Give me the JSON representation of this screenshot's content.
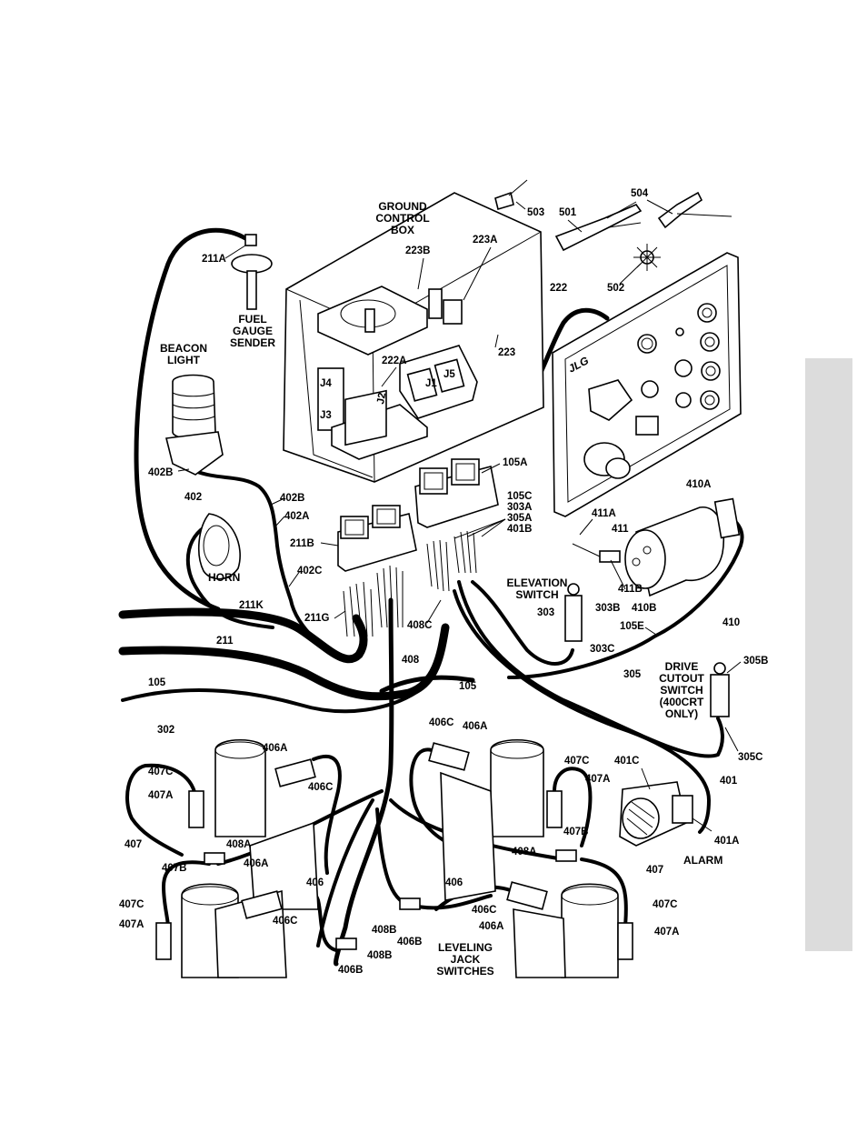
{
  "labels": {
    "l211a": "211A",
    "fuel_gauge_1": "FUEL",
    "fuel_gauge_2": "GAUGE",
    "fuel_gauge_3": "SENDER",
    "beacon_1": "BEACON",
    "beacon_2": "LIGHT",
    "gcb_1": "GROUND",
    "gcb_2": "CONTROL",
    "gcb_3": "BOX",
    "l223b": "223B",
    "l223a": "223A",
    "l223": "223",
    "l222a": "222A",
    "l222": "222",
    "l503": "503",
    "l501": "501",
    "l504": "504",
    "l502": "502",
    "l402b_1": "402B",
    "l402": "402",
    "l402b_2": "402B",
    "l402a": "402A",
    "l105a": "105A",
    "l105c": "105C",
    "l303a": "303A",
    "l305a": "305A",
    "l401b": "401B",
    "l410a": "410A",
    "l211b": "211B",
    "horn": "HORN",
    "l402c": "402C",
    "l411a": "411A",
    "l411": "411",
    "l411b": "411B",
    "elev_1": "ELEVATION",
    "elev_2": "SWITCH",
    "l303": "303",
    "l303b": "303B",
    "l410b": "410B",
    "l211k": "211K",
    "l211g": "211G",
    "l408c": "408C",
    "l105e": "105E",
    "l410": "410",
    "l303c": "303C",
    "l211": "211",
    "l408": "408",
    "drive_1": "DRIVE",
    "drive_2": "CUTOUT",
    "drive_3": "SWITCH",
    "drive_4": "(400CRT",
    "drive_5": "ONLY)",
    "l305b": "305B",
    "l105_a": "105",
    "l105_b": "105",
    "l305": "305",
    "l302": "302",
    "l406c_tr": "406C",
    "l406a_tr": "406A",
    "l305c": "305C",
    "l406a_tl": "406A",
    "l407c_tl": "407C",
    "l406c_tl": "406C",
    "l407c_tr": "407C",
    "l401c": "401C",
    "l407a_tr": "407A",
    "l401": "401",
    "l407a_tl": "407A",
    "l407b_tr": "407B",
    "l401a": "401A",
    "l407_l": "407",
    "l408a_l": "408A",
    "l407b_l": "407B",
    "l406a_bl": "406A",
    "l408a_r": "408A",
    "alarm": "ALARM",
    "l407_r": "407",
    "l406_l": "406",
    "l406_r": "406",
    "l407c_bl": "407C",
    "l406c_bl": "406C",
    "l407c_br": "407C",
    "l406c_br": "406C",
    "l407a_bl": "407A",
    "l408b_1": "408B",
    "l406b_1": "406B",
    "l406a_br": "406A",
    "l407a_br": "407A",
    "leveling_1": "LEVELING",
    "leveling_2": "JACK",
    "leveling_3": "SWITCHES",
    "l408b_2": "408B",
    "l406b_2": "406B",
    "panel_logo": "JLG",
    "box_j2": "J2",
    "box_j1": "J1",
    "box_j4": "J4",
    "box_j3": "J3",
    "box_j5": "J5"
  }
}
